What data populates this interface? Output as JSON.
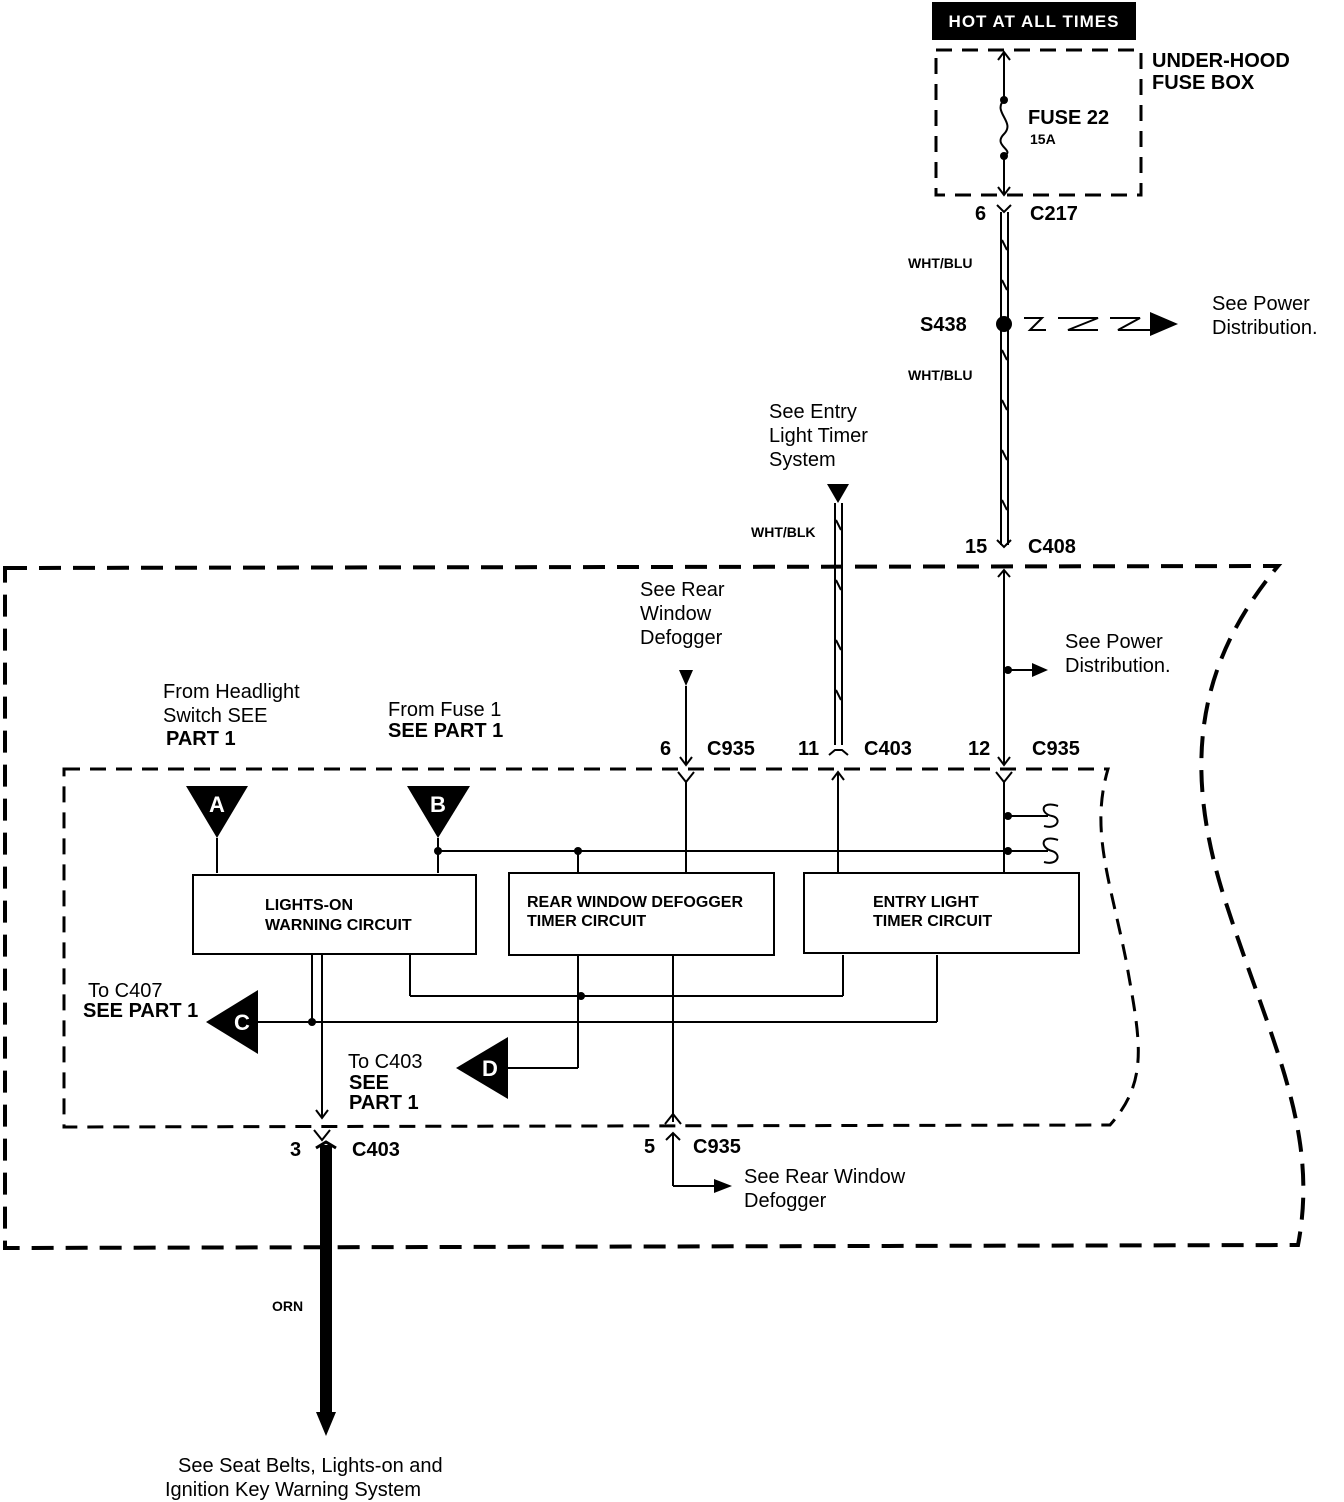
{
  "power": {
    "hot_label": "HOT AT ALL TIMES",
    "fuse_box_line1": "UNDER-HOOD",
    "fuse_box_line2": "FUSE BOX",
    "fuse_name": "FUSE 22",
    "fuse_rating": "15A"
  },
  "connectors": {
    "c217_pin": "6",
    "c217": "C217",
    "c408_pin": "15",
    "c408": "C408",
    "c935_6_pin": "6",
    "c935_6": "C935",
    "c403_11_pin": "11",
    "c403_11": "C403",
    "c935_12_pin": "12",
    "c935_12": "C935",
    "c403_3_pin": "3",
    "c403_3": "C403",
    "c935_5_pin": "5",
    "c935_5": "C935"
  },
  "wires": {
    "wht_blu_top": "WHT/BLU",
    "wht_blu_bottom": "WHT/BLU",
    "wht_blk": "WHT/BLK",
    "orn": "ORN"
  },
  "splice": {
    "name": "S438"
  },
  "refs": {
    "power_dist_top_1": "See  Power",
    "power_dist_top_2": "Distribution.",
    "entry_light_1": "See Entry",
    "entry_light_2": "Light Timer",
    "entry_light_3": "System",
    "rear_defog_top_1": "See Rear",
    "rear_defog_top_2": "Window",
    "rear_defog_top_3": "Defogger",
    "power_dist_mid_1": "See Power",
    "power_dist_mid_2": "Distribution.",
    "headlight_1": "From Headlight",
    "headlight_2": "Switch SEE",
    "headlight_3": "PART 1",
    "fuse1_1": "From Fuse 1",
    "fuse1_2": "SEE PART 1",
    "to_c407_1": "To C407",
    "to_c407_2": "SEE PART 1",
    "to_c403_1": "To C403",
    "to_c403_2": "SEE",
    "to_c403_3": "PART 1",
    "rear_defog_bottom_1": "See Rear Window",
    "rear_defog_bottom_2": "Defogger",
    "seat_belts_1": "See Seat Belts, Lights-on and",
    "seat_belts_2": "Ignition Key Warning System"
  },
  "triangles": {
    "a": "A",
    "b": "B",
    "c": "C",
    "d": "D"
  },
  "circuits": {
    "lights_on_1": "LIGHTS-ON",
    "lights_on_2": "WARNING  CIRCUIT",
    "rear_defog_1": "REAR WINDOW  DEFOGGER",
    "rear_defog_2": "TIMER CIRCUIT",
    "entry_light_1": "ENTRY LIGHT",
    "entry_light_2": "TIMER CIRCUIT"
  }
}
